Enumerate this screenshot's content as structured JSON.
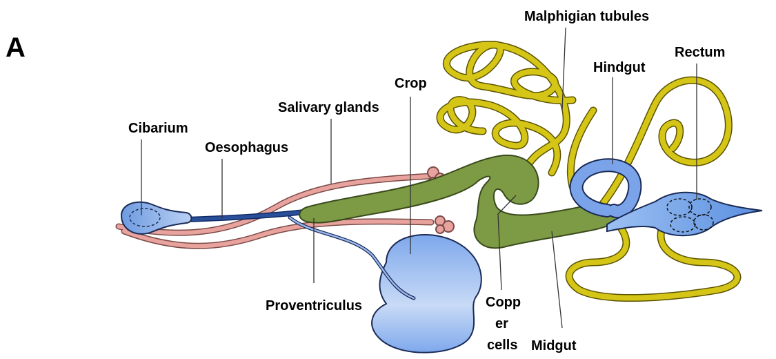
{
  "panel_label": "A",
  "labels": {
    "malpighian_tubules": "Malphigian tubules",
    "rectum": "Rectum",
    "hindgut": "Hindgut",
    "crop": "Crop",
    "salivary_glands": "Salivary glands",
    "cibarium": "Cibarium",
    "oesophagus": "Oesophagus",
    "proventriculus": "Proventriculus",
    "copper_cells_line1": "Copp",
    "copper_cells_line2": "er",
    "copper_cells_line3": "cells",
    "midgut": "Midgut"
  },
  "colors": {
    "tubules": "#d4c516",
    "tubules_outline": "#5a5200",
    "midgut": "#7d9a45",
    "midgut_outline": "#3a4a1c",
    "crop": "#8fb4ee",
    "hindgut": "#7aa3ea",
    "oesophagus": "#2a4f99",
    "salivary": "#e8a39e",
    "salivary_outline": "#7a4a46"
  }
}
